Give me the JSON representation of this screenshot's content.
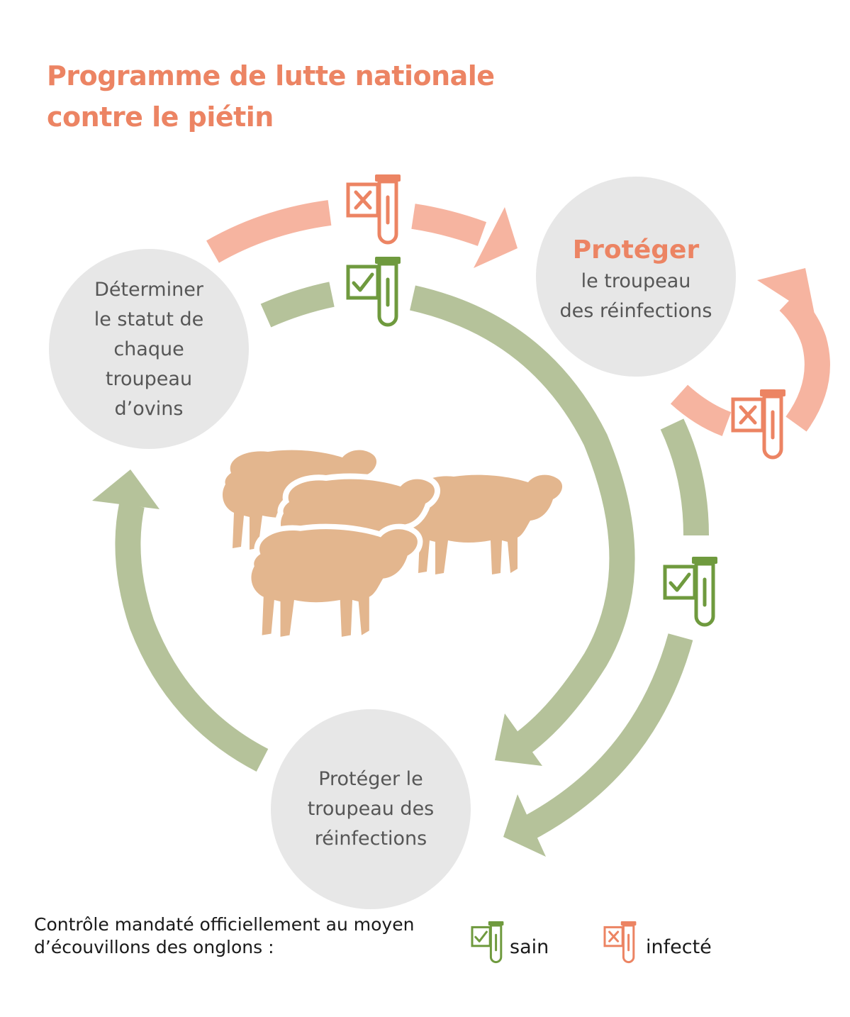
{
  "title": {
    "line1": "Programme de lutte nationale",
    "line2": "contre le piétin"
  },
  "nodes": {
    "determine": {
      "lines": [
        "Déterminer",
        "le statut de",
        "chaque",
        "troupeau",
        "d’ovins"
      ]
    },
    "protect_top": {
      "heading": "Protéger",
      "lines": [
        "le troupeau",
        "des réinfections"
      ]
    },
    "protect_bottom": {
      "lines": [
        "Protéger le",
        "troupeau des",
        "réinfections"
      ]
    }
  },
  "legend": {
    "description_line1": "Contrôle mandaté officiellement au moyen",
    "description_line2": "d’écouvillons des onglons :",
    "healthy_label": "sain",
    "infected_label": "infecté"
  },
  "icons": {
    "healthy": "test-tube-check-icon",
    "infected": "test-tube-cross-icon",
    "sheep": "sheep-icon"
  },
  "colors": {
    "title": "#ec8463",
    "circle_fill": "#e7e7e7",
    "healthy_arrow": "#b5c29a",
    "healthy_icon": "#6f9a3e",
    "infected_arrow": "#f6b4a0",
    "infected_icon": "#ec8463",
    "sheep": "#e3b68e",
    "text": "#565656"
  }
}
